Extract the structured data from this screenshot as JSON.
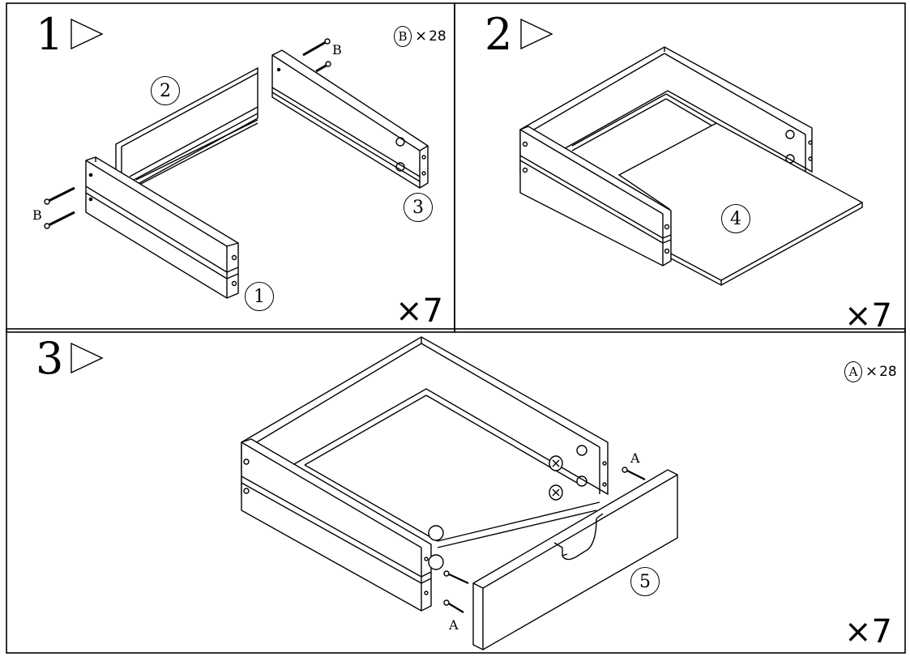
{
  "steps": [
    {
      "number": "1",
      "count": "×7",
      "hardware_badge": {
        "letter": "B",
        "sep": "×",
        "qty": "28"
      },
      "parts": [
        "1",
        "2",
        "3"
      ],
      "screw_label_a": "B",
      "screw_label_b": "B"
    },
    {
      "number": "2",
      "count": "×7",
      "parts": [
        "4"
      ]
    },
    {
      "number": "3",
      "count": "×7",
      "hardware_badge": {
        "letter": "A",
        "sep": "×",
        "qty": "28"
      },
      "parts": [
        "5"
      ],
      "screw_label_a": "A",
      "screw_label_b": "A"
    }
  ],
  "icons": [
    "step-arrow-icon",
    "wood-screw-icon",
    "cam-lock-icon",
    "dowel-bolt-icon"
  ]
}
